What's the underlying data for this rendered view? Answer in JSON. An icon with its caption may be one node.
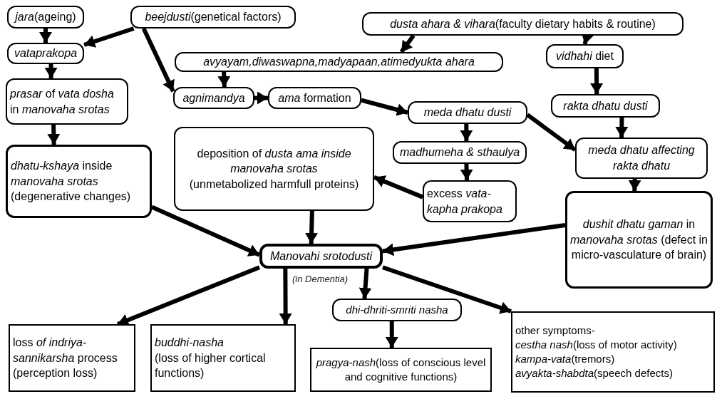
{
  "diagram": {
    "nodes": [
      {
        "text": [
          "*jara*(ageing)"
        ]
      },
      {
        "text": [
          "*beejdusti*(genetical factors)"
        ]
      },
      {
        "text": [
          "*dusta ahara & vihara*(faculty dietary habits & routine)"
        ]
      },
      {
        "text": [
          "vataprakopa"
        ]
      },
      {
        "text": [
          "avyayam,diwaswapna,madyapaan,atimedyukta ahara"
        ]
      },
      {
        "text": [
          "*vidhahi* diet"
        ]
      },
      {
        "text": [
          "*prasar* of *vata dosha* in *manovaha srotas*"
        ]
      },
      {
        "text": [
          "agnimandya"
        ]
      },
      {
        "text": [
          "*ama* formation"
        ]
      },
      {
        "text": [
          "rakta dhatu dusti"
        ]
      },
      {
        "text": [
          "meda dhatu dusti"
        ]
      },
      {
        "text": [
          "deposition of *dusta ama inside manovaha srotas*",
          "(unmetabolized harmfull proteins)"
        ]
      },
      {
        "text": [
          "*dhatu-kshaya* inside *manovaha srotas*",
          "(degenerative changes)"
        ]
      },
      {
        "text": [
          "madhumeha & sthaulya"
        ]
      },
      {
        "text": [
          "meda dhatu affecting rakta dhatu"
        ]
      },
      {
        "text": [
          "excess *vata-kapha prakopa*"
        ]
      },
      {
        "text": [
          "*dushit dhatu gaman* in *manovaha srotas* (defect in micro-vasculature of brain)"
        ]
      },
      {
        "text": [
          "Manovahi srotodusti"
        ],
        "beside": [
          "(in Dementia)"
        ]
      },
      {
        "text": [
          "dhi-dhriti-smriti nasha"
        ]
      },
      {
        "text": [
          "loss *of indriya-sannikarsha* process (perception loss)"
        ]
      },
      {
        "text": [
          "*buddhi-nasha*",
          "(loss of higher cortical functions)"
        ]
      },
      {
        "text": [
          "*pragya-nash*(loss of conscious level and cognitive functions)"
        ]
      },
      {
        "text": [
          "other symptoms-",
          "*cestha nash*(loss of motor activity)",
          "*kampa-vata*(tremors)",
          "*avyakta-shabdta*(speech defects)"
        ]
      }
    ],
    "edges": [
      {
        "from": 0,
        "to": 3,
        "arrow": "to"
      },
      {
        "from": 1,
        "to": 3,
        "arrow": "to"
      },
      {
        "from": 1,
        "to": 7,
        "arrow": "to"
      },
      {
        "from": 2,
        "to": 4,
        "arrow": "to"
      },
      {
        "from": 2,
        "to": 5,
        "arrow": "to"
      },
      {
        "from": 4,
        "to": 7,
        "arrow": "to"
      },
      {
        "from": 3,
        "to": 6,
        "arrow": "to"
      },
      {
        "from": 6,
        "to": 12,
        "arrow": "to"
      },
      {
        "from": 7,
        "to": 8,
        "arrow": "to"
      },
      {
        "from": 8,
        "to": 10,
        "arrow": "to"
      },
      {
        "from": 5,
        "to": 9,
        "arrow": "to"
      },
      {
        "from": 9,
        "to": 14,
        "arrow": "to"
      },
      {
        "from": 10,
        "to": 14,
        "arrow": "to"
      },
      {
        "from": 10,
        "to": 13,
        "arrow": "to"
      },
      {
        "from": 13,
        "to": 15,
        "arrow": "to"
      },
      {
        "from": 15,
        "to": 11,
        "arrow": "to"
      },
      {
        "from": 11,
        "to": 17,
        "arrow": "to"
      },
      {
        "from": 12,
        "to": 17,
        "arrow": "to"
      },
      {
        "from": 14,
        "to": 16,
        "arrow": "to"
      },
      {
        "from": 16,
        "to": 17,
        "arrow": "to"
      },
      {
        "from": 17,
        "to": 19,
        "arrow": "to"
      },
      {
        "from": 17,
        "to": 20,
        "arrow": "to"
      },
      {
        "from": 17,
        "to": 18,
        "arrow": "to"
      },
      {
        "from": 17,
        "to": 22,
        "arrow": "to"
      },
      {
        "from": 18,
        "to": 21,
        "arrow": "to"
      }
    ]
  }
}
